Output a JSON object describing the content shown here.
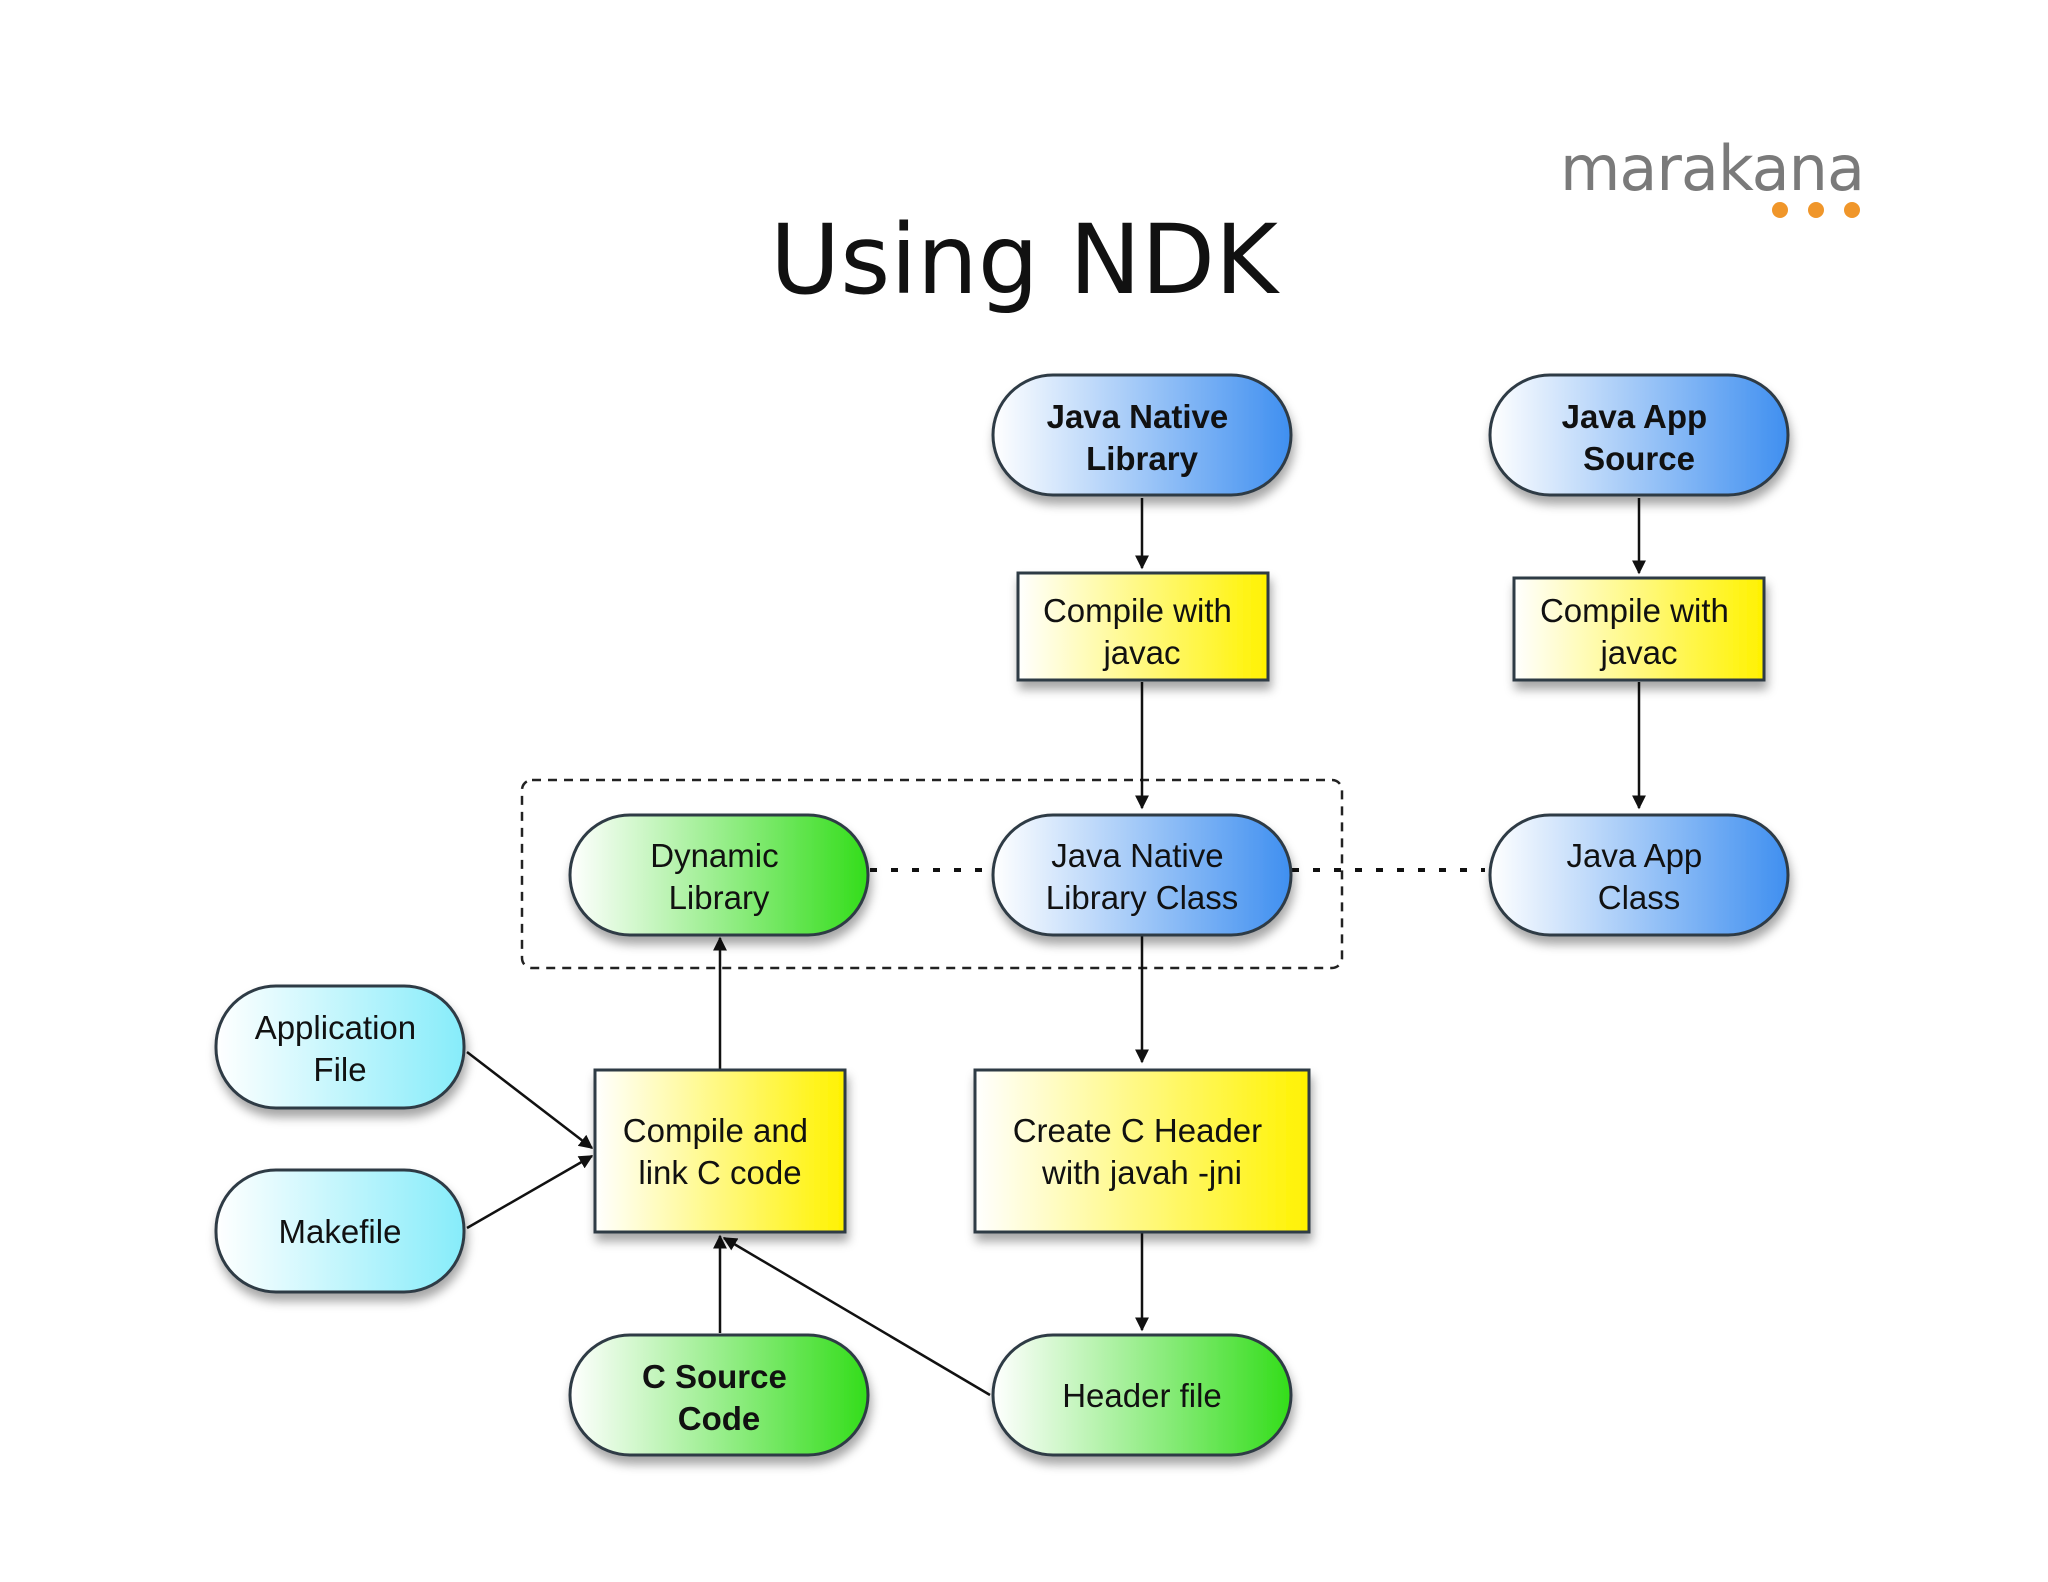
{
  "slide": {
    "title": "Using NDK"
  },
  "logo": {
    "text": "marakana"
  },
  "colors": {
    "blue": "#3f8ff0",
    "green": "#33dd1a",
    "yellow": "#fff200",
    "cyan": "#86ecfa",
    "outline": "#2f3a45"
  },
  "nodes": {
    "java_native_library": [
      "Java Native",
      "Library"
    ],
    "java_app_source": [
      "Java App",
      "Source"
    ],
    "compile_javac_native": [
      "Compile with",
      "javac"
    ],
    "compile_javac_app": [
      "Compile with",
      "javac"
    ],
    "dynamic_library": [
      "Dynamic",
      "Library"
    ],
    "java_native_library_class": [
      "Java Native",
      "Library Class"
    ],
    "java_app_class": [
      "Java App",
      "Class"
    ],
    "application_file": [
      "Application",
      "File"
    ],
    "makefile": [
      "Makefile"
    ],
    "compile_link_c": [
      "Compile and",
      "link C code"
    ],
    "create_c_header": [
      "Create C Header",
      "with javah -jni"
    ],
    "c_source_code": [
      "C Source",
      "Code"
    ],
    "header_file": [
      "Header file"
    ]
  }
}
